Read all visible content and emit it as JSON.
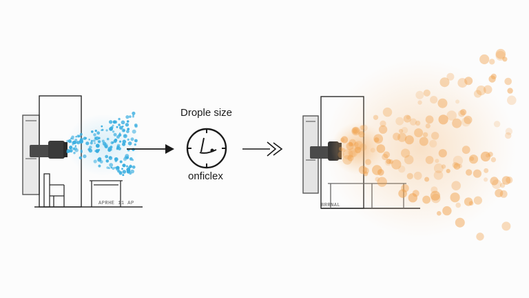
{
  "labels": {
    "title": "Drople size",
    "subtitle": "onficlex",
    "left_caption": "APRHE 11 AP",
    "right_caption": "BRRNAL"
  },
  "icons": {
    "left_nozzle": "spray-nozzle-icon",
    "right_nozzle": "spray-nozzle-icon",
    "timer": "stopwatch-icon",
    "arrow_1": "arrow-right-icon",
    "arrow_2": "double-arrow-right-icon"
  },
  "colors": {
    "fine_droplets": "#3aaee0",
    "coarse_droplets": "#f0a04a",
    "line": "#2a2a2a"
  }
}
